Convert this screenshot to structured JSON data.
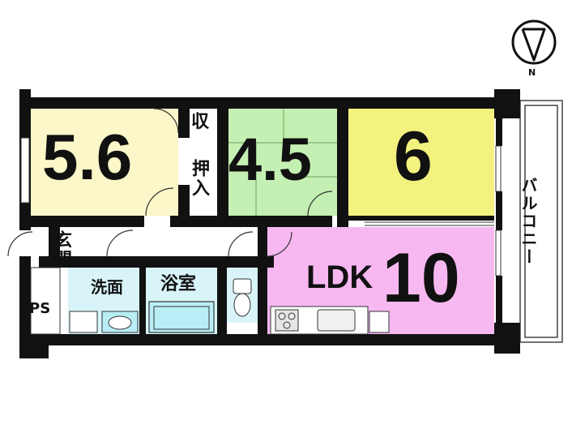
{
  "compass": {
    "north_label": "N"
  },
  "rooms": {
    "west_room": {
      "size": "5.6",
      "color": "#fbf7c9"
    },
    "tatami_room": {
      "size": "4.5",
      "color": "#c4f0b3"
    },
    "east_room": {
      "size": "6",
      "color": "#f4f27f"
    },
    "ldk": {
      "label": "LDK",
      "size": "10",
      "color": "#f7b8f2"
    }
  },
  "labels": {
    "storage": "収",
    "closet": "押入",
    "entrance": "玄関",
    "washroom": "洗面",
    "bathroom": "浴室",
    "pipe_space": "PS",
    "balcony": "バルコニー"
  },
  "colors": {
    "wall": "#111111",
    "wet_area": "#d8f4f8",
    "fixture_fill": "#b9eef7"
  }
}
